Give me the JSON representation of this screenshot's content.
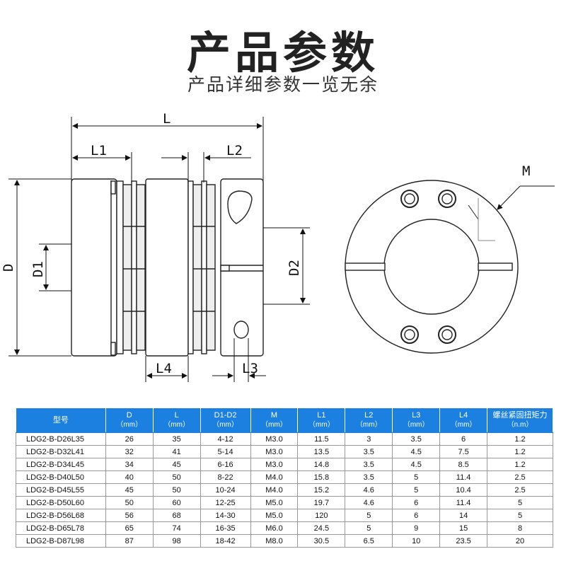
{
  "header": {
    "title": "产品参数",
    "subtitle": "产品详细参数一览无余"
  },
  "drawing": {
    "labels": {
      "L": "L",
      "L1": "L1",
      "L2": "L2",
      "D": "D",
      "D1": "D1",
      "D2": "D2",
      "L4": "L4",
      "L3": "L3",
      "M": "M"
    }
  },
  "table": {
    "headers": [
      {
        "label": "型号",
        "unit": ""
      },
      {
        "label": "D",
        "unit": "（mm）"
      },
      {
        "label": "L",
        "unit": "（mm）"
      },
      {
        "label": "D1-D2",
        "unit": "（mm）"
      },
      {
        "label": "M",
        "unit": "（mm）"
      },
      {
        "label": "L1",
        "unit": "（mm）"
      },
      {
        "label": "L2",
        "unit": "（mm）"
      },
      {
        "label": "L3",
        "unit": "（mm）"
      },
      {
        "label": "L4",
        "unit": "（mm）"
      },
      {
        "label": "螺丝紧固扭矩力",
        "unit": "（n.m）"
      }
    ],
    "rows": [
      [
        "LDG2-B-D26L35",
        "26",
        "35",
        "4-12",
        "M3.0",
        "11.5",
        "3",
        "3.5",
        "6",
        "1.2"
      ],
      [
        "LDG2-B-D32L41",
        "32",
        "41",
        "5-14",
        "M3.0",
        "13.5",
        "3.5",
        "4.5",
        "7.5",
        "1.2"
      ],
      [
        "LDG2-B-D34L45",
        "34",
        "45",
        "6-16",
        "M3.0",
        "14.8",
        "3.5",
        "4.5",
        "8.5",
        "1.2"
      ],
      [
        "LDG2-B-D40L50",
        "40",
        "50",
        "8-22",
        "M4.0",
        "15.8",
        "3.5",
        "5",
        "11.4",
        "2.5"
      ],
      [
        "LDG2-B-D45L55",
        "45",
        "50",
        "10-24",
        "M4.0",
        "15.2",
        "4.6",
        "5",
        "10.4",
        "2.5"
      ],
      [
        "LDG2-B-D50L60",
        "50",
        "60",
        "12-25",
        "M5.0",
        "19.7",
        "4.6",
        "6",
        "11.4",
        "5"
      ],
      [
        "LDG2-B-D56L68",
        "56",
        "68",
        "14-30",
        "M5.0",
        "120",
        "5",
        "6",
        "14",
        "5"
      ],
      [
        "LDG2-B-D65L78",
        "65",
        "74",
        "16-35",
        "M6.0",
        "24.5",
        "5",
        "9",
        "15",
        "8"
      ],
      [
        "LDG2-B-D87L98",
        "87",
        "98",
        "18-42",
        "M8.0",
        "30.5",
        "6.5",
        "10",
        "23.5",
        "20"
      ]
    ]
  }
}
